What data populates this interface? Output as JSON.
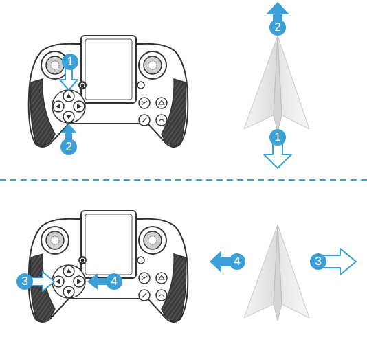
{
  "diagram": {
    "labels": [
      "1",
      "2",
      "2",
      "1",
      "3",
      "4",
      "4",
      "3"
    ]
  }
}
